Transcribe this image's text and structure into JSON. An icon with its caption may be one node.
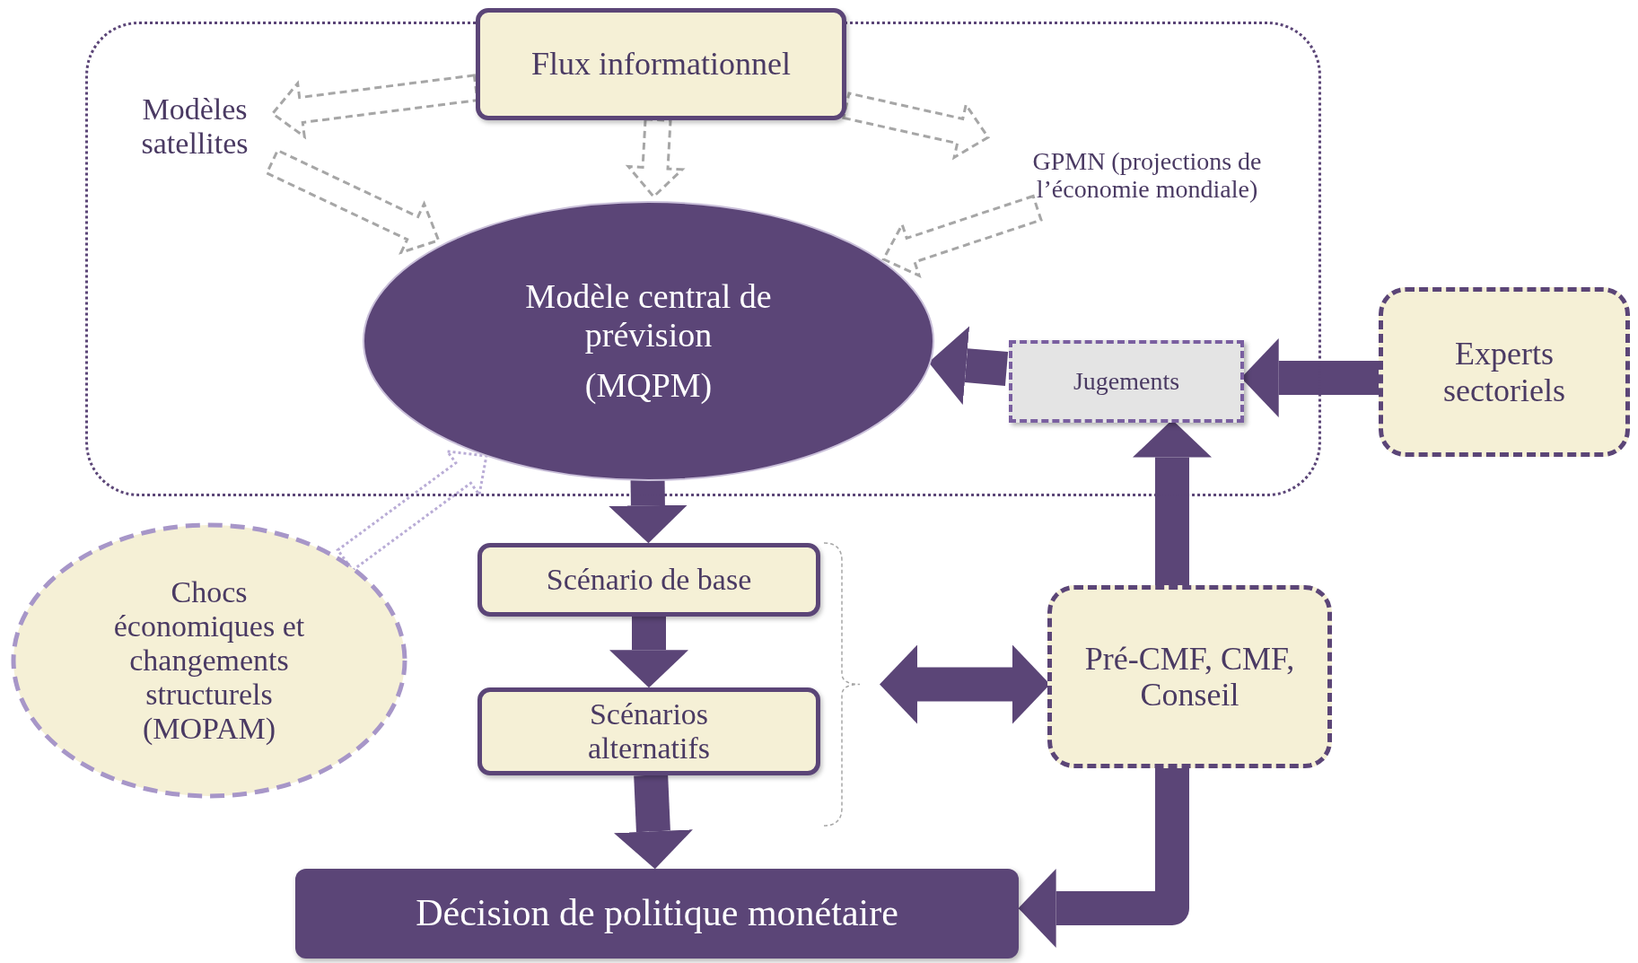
{
  "diagram": {
    "nodes": [
      {
        "text": [],
        "shape": "box"
      },
      {
        "text": [
          "Flux informationnel"
        ]
      },
      {
        "text": [
          "Modèles satellites"
        ],
        "in": 0
      },
      {
        "text": [
          "GPMN (projections de l’économie mondiale)"
        ],
        "in": 0
      },
      {
        "text": [
          "Modèle central de prévision",
          "(MQPM)"
        ],
        "in": 0
      },
      {
        "text": [
          "Jugements"
        ],
        "in": 0
      },
      {
        "text": [
          "Experts sectoriels"
        ]
      },
      {
        "text": [
          "Chocs économiques et changements structurels (MOPAM)"
        ]
      },
      {
        "text": [
          "Scénario de base"
        ]
      },
      {
        "text": [
          "Scénarios alternatifs"
        ]
      },
      {
        "text": [
          "Pré-CMF, CMF, Conseil"
        ]
      },
      {
        "text": [
          "Décision de politique monétaire"
        ]
      }
    ],
    "edges": [
      {
        "from": 1,
        "to": 2,
        "arrow": "to",
        "style": "dashed",
        "color": "#a6a6a6"
      },
      {
        "from": 1,
        "to": 4,
        "arrow": "to",
        "style": "dashed",
        "color": "#a6a6a6"
      },
      {
        "from": 1,
        "to": 3,
        "arrow": "to",
        "style": "dashed",
        "color": "#a6a6a6"
      },
      {
        "from": 2,
        "to": 4,
        "arrow": "to",
        "style": "dashed",
        "color": "#a6a6a6"
      },
      {
        "from": 3,
        "to": 4,
        "arrow": "to",
        "style": "dashed",
        "color": "#a6a6a6"
      },
      {
        "from": 7,
        "to": 4,
        "arrow": "to",
        "style": "dashed",
        "color": "#b9acd6"
      },
      {
        "from": 5,
        "to": 4,
        "arrow": "to"
      },
      {
        "from": 6,
        "to": 5,
        "arrow": "to"
      },
      {
        "from": 4,
        "to": 8,
        "arrow": "to"
      },
      {
        "from": 8,
        "to": 9,
        "arrow": "to"
      },
      {
        "from": 9,
        "to": 11,
        "arrow": "to"
      },
      {
        "from": 8,
        "to": 10,
        "arrow": "both"
      },
      {
        "from": 9,
        "to": 10,
        "arrow": "both"
      },
      {
        "from": 10,
        "to": 5,
        "arrow": "to"
      },
      {
        "from": 10,
        "to": 11,
        "arrow": "to"
      }
    ]
  }
}
